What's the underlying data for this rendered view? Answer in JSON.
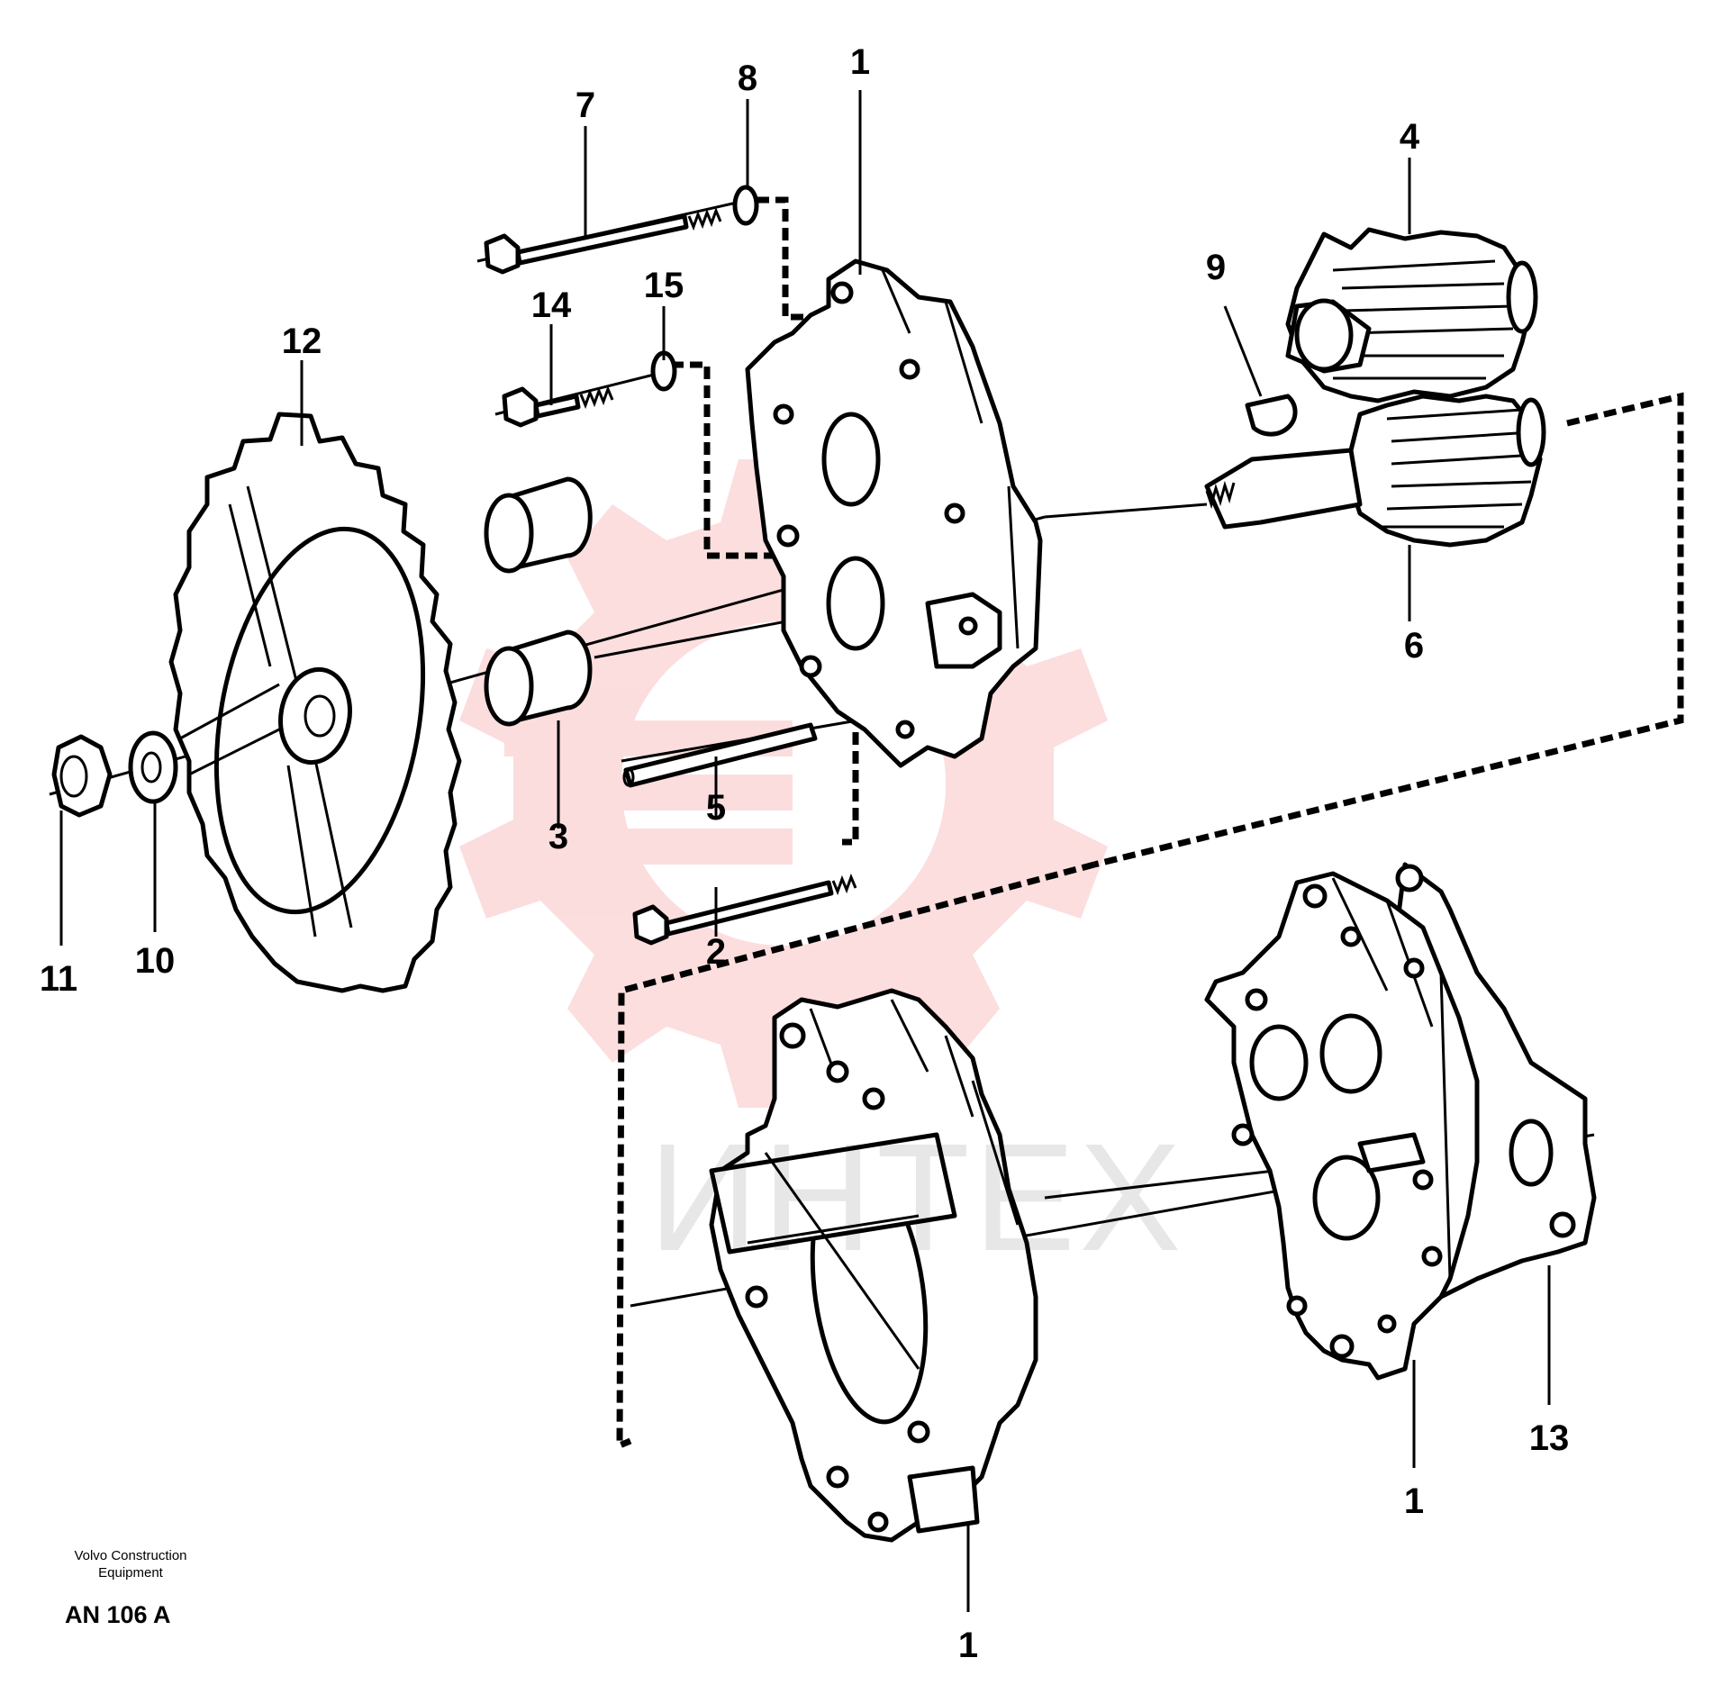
{
  "labels": {
    "p1_top": "1",
    "p1_right": "1",
    "p1_bottom": "1",
    "p2": "2",
    "p3": "3",
    "p4": "4",
    "p5": "5",
    "p6": "6",
    "p7": "7",
    "p8": "8",
    "p9": "9",
    "p10": "10",
    "p11": "11",
    "p12": "12",
    "p13": "13",
    "p14": "14",
    "p15": "15"
  },
  "caption": {
    "line1": "Volvo Construction",
    "line2": "Equipment",
    "code": "AN 106 A"
  },
  "watermark": {
    "text": "ИНТЕХ",
    "color": "#e8000a"
  }
}
